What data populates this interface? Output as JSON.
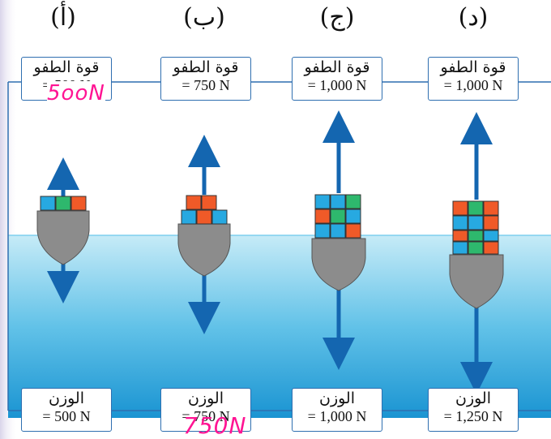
{
  "panels": [
    {
      "letter": "(أ)",
      "buoyancy_label": "قوة الطفو",
      "buoyancy_value": "= 500 N",
      "weight_label": "الوزن",
      "weight_value": "= 500 N"
    },
    {
      "letter": "(ب)",
      "buoyancy_label": "قوة الطفو",
      "buoyancy_value": "= 750 N",
      "weight_label": "الوزن",
      "weight_value": "= 750 N"
    },
    {
      "letter": "(ج)",
      "buoyancy_label": "قوة الطفو",
      "buoyancy_value": "= 1,000 N",
      "weight_label": "الوزن",
      "weight_value": "= 1,000 N"
    },
    {
      "letter": "(د)",
      "buoyancy_label": "قوة الطفو",
      "buoyancy_value": "= 1,000 N",
      "weight_label": "الوزن",
      "weight_value": "= 1,250 N"
    }
  ],
  "annotations": {
    "panel_a_buoyancy": "5ooN",
    "panel_b_weight": "750N"
  },
  "colors": {
    "water_top": "#b8e3f4",
    "water_bottom": "#1f98d4",
    "arrow": "#1466b0",
    "box_border": "#2f6fb0",
    "hull": "#8c8c8c",
    "ink": "#ff1493",
    "container_blue": "#27a9e1",
    "container_green": "#2eb86d",
    "container_orange": "#f05a28"
  }
}
